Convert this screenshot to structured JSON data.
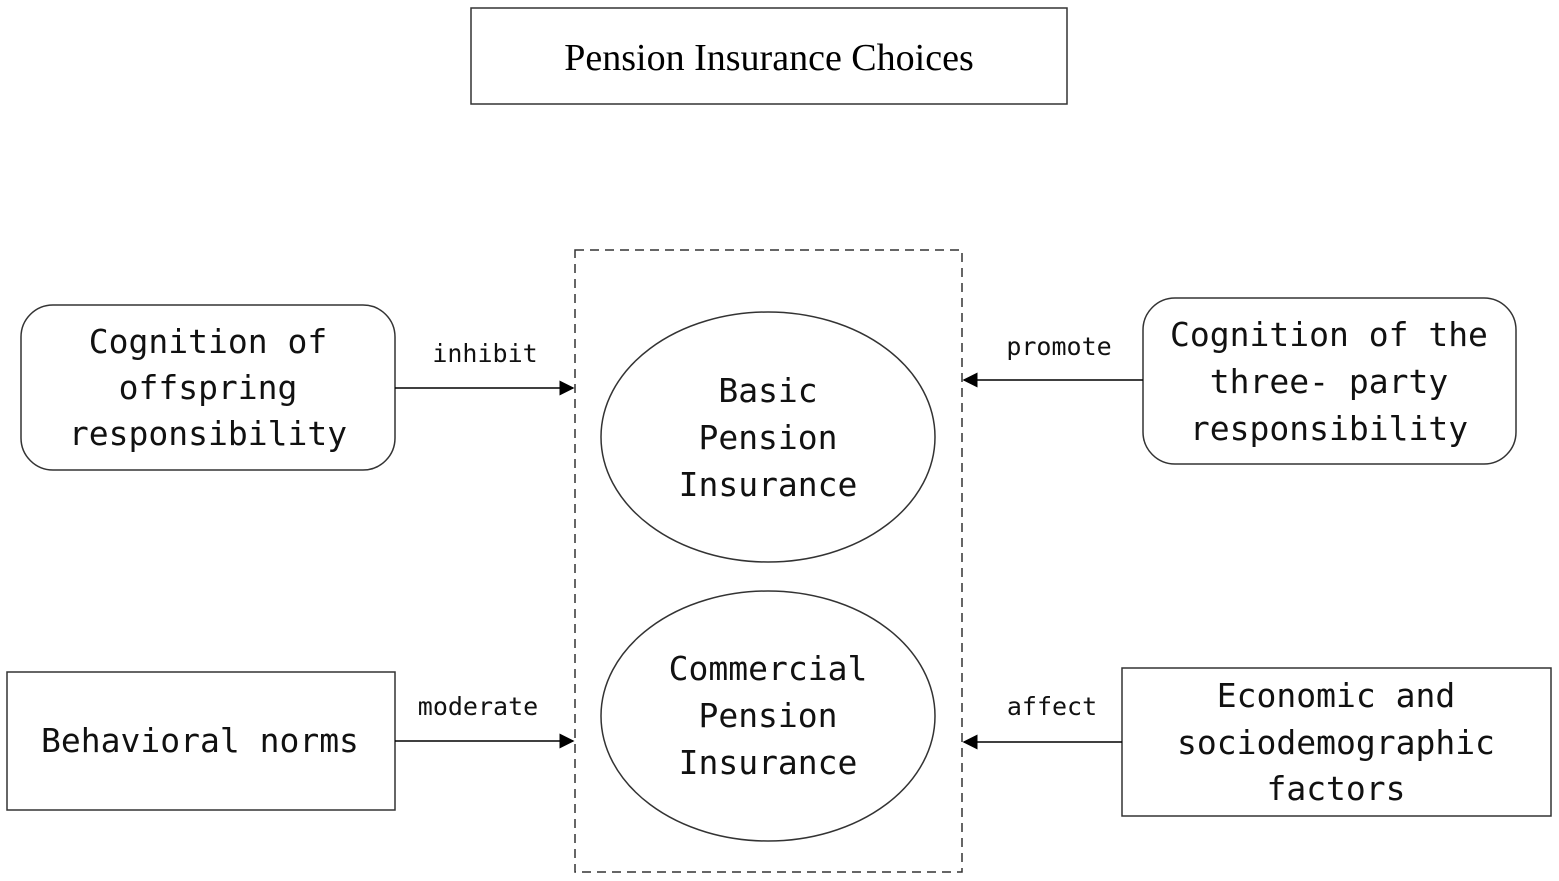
{
  "title": "Pension Insurance Choices",
  "center": {
    "basic": [
      "Basic",
      "Pension",
      "Insurance"
    ],
    "commercial": [
      "Commercial",
      "Pension",
      "Insurance"
    ]
  },
  "factors": {
    "offspring": [
      "Cognition of",
      "offspring",
      "responsibility"
    ],
    "norms": [
      "Behavioral norms"
    ],
    "three_party": [
      "Cognition of the",
      "three- party",
      "responsibility"
    ],
    "economic": [
      "Economic and",
      "sociodemographic",
      "factors"
    ]
  },
  "relations": {
    "inhibit": "inhibit",
    "moderate": "moderate",
    "promote": "promote",
    "affect": "affect"
  }
}
